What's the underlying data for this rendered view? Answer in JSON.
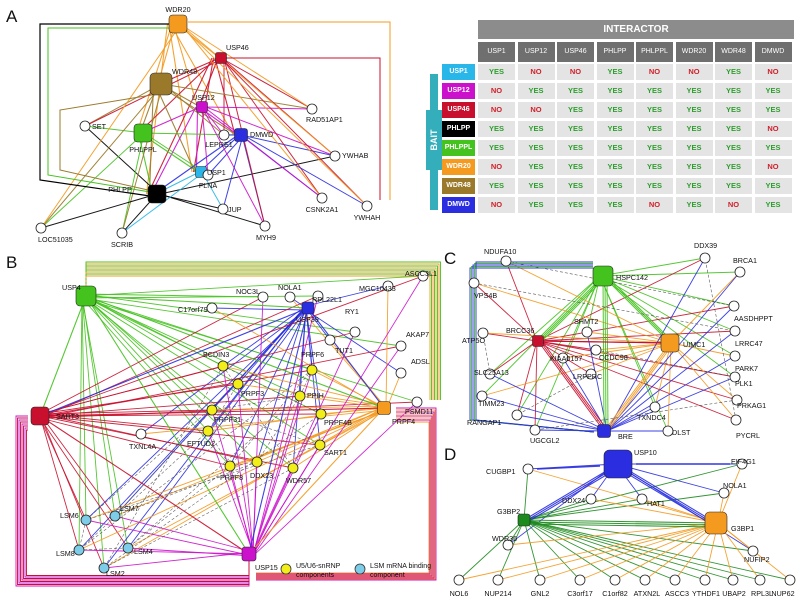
{
  "panels": {
    "a": "A",
    "b": "B",
    "c": "C",
    "d": "D"
  },
  "colors": {
    "usp1": "#29b6e8",
    "usp12": "#cc11cc",
    "usp46": "#c8102e",
    "phlpp": "#000000",
    "phlppl": "#44c21e",
    "wdr20": "#f39a1f",
    "wdr48": "#9a7a2a",
    "dmwd": "#2a2ee0",
    "sart3": "#c8102e",
    "usp4": "#44c21e",
    "usp39": "#2a2ee0",
    "prpf4": "#f39a1f",
    "usp15": "#cc11cc",
    "u5": "#f2ee1a",
    "lsm": "#7ecde8",
    "hspc142": "#44c21e",
    "brcc36": "#c8102e",
    "uimc1": "#f39a1f",
    "bre": "#2a2ee0",
    "usp10": "#2a2ee0",
    "g3bp2": "#1d8a1d",
    "g3bp1": "#f39a1f"
  },
  "panel_a": {
    "nodes": {
      "wdr20": "WDR20",
      "usp46": "USP46",
      "wdr48": "WDR48",
      "usp12": "USP12",
      "set": "SET",
      "phlppl": "PHLPPL",
      "lepre1": "LEPRE1",
      "dmwd": "DMWD",
      "rad51ap1": "RAD51AP1",
      "usp1": "USP1",
      "flna": "FLNA",
      "ywhab": "YWHAB",
      "phlpp": "PHLPP",
      "myh9": "MYH9",
      "csnk2a1": "CSNK2A1",
      "ywhah": "YWHAH",
      "jup": "JUP",
      "scrib": "SCRIB",
      "loc51035": "LOC51035"
    }
  },
  "table": {
    "title": "INTERACTOR",
    "bait_label": "BAIT",
    "columns": [
      "USP1",
      "USP12",
      "USP46",
      "PHLPP",
      "PHLPPL",
      "WDR20",
      "WDR48",
      "DMWD"
    ],
    "rows": [
      {
        "bait": "USP1",
        "color": "#29b6e8",
        "values": [
          "YES",
          "NO",
          "NO",
          "YES",
          "NO",
          "NO",
          "YES",
          "NO"
        ]
      },
      {
        "bait": "USP12",
        "color": "#cc11cc",
        "values": [
          "NO",
          "YES",
          "YES",
          "YES",
          "YES",
          "YES",
          "YES",
          "YES"
        ]
      },
      {
        "bait": "USP46",
        "color": "#c8102e",
        "values": [
          "NO",
          "NO",
          "YES",
          "YES",
          "YES",
          "YES",
          "YES",
          "YES"
        ]
      },
      {
        "bait": "PHLPP",
        "color": "#000000",
        "values": [
          "YES",
          "YES",
          "YES",
          "YES",
          "YES",
          "YES",
          "YES",
          "NO"
        ]
      },
      {
        "bait": "PHLPPL",
        "color": "#44c21e",
        "values": [
          "YES",
          "YES",
          "YES",
          "YES",
          "YES",
          "YES",
          "YES",
          "YES"
        ]
      },
      {
        "bait": "WDR20",
        "color": "#f39a1f",
        "values": [
          "NO",
          "YES",
          "YES",
          "YES",
          "YES",
          "YES",
          "YES",
          "NO"
        ]
      },
      {
        "bait": "WDR48",
        "color": "#9a7a2a",
        "values": [
          "YES",
          "YES",
          "YES",
          "YES",
          "YES",
          "YES",
          "YES",
          "YES"
        ]
      },
      {
        "bait": "DMWD",
        "color": "#2a2ee0",
        "values": [
          "NO",
          "YES",
          "YES",
          "YES",
          "NO",
          "YES",
          "NO",
          "YES"
        ]
      }
    ]
  },
  "panel_b": {
    "nodes": {
      "usp4": "USP4",
      "noc3l": "NOC3L",
      "nola1": "NOLA1",
      "rpl22l1": "RPL22L1",
      "mgc10433": "MGC10433",
      "ascc3l1": "ASCC3L1",
      "c17orf79": "C17orf79",
      "usp39": "USP39",
      "ry1": "RY1",
      "tut1": "TUT1",
      "akap7": "AKAP7",
      "bcdin3": "BCDIN3",
      "prpf6": "PRPF6",
      "adsl": "ADSL",
      "prpf3": "PRPF3",
      "ppih": "PPIH",
      "psmd11": "PSMD11",
      "sart3": "SART3",
      "prpf31": "PRPF31",
      "prpf4b": "PRPF4B",
      "prpf4": "PRPF4",
      "txnl4a": "TXNL4A",
      "eftud2": "EFTUD2",
      "sart1": "SART1",
      "prpf8": "PRPF8",
      "ddx23": "DDX23",
      "wdr57": "WDR57",
      "lsm6": "LSM6",
      "lsm7": "LSM7",
      "lsm8": "LSM8",
      "lsm4": "LSM4",
      "lsm2": "LSM2",
      "usp15": "USP15"
    },
    "legend": {
      "u5_line1": "U5/U6-snRNP",
      "u5_line2": "components",
      "lsm_line1": "LSM mRNA binding",
      "lsm_line2": "component"
    }
  },
  "panel_c": {
    "nodes": {
      "ndufa10": "NDUFA10",
      "ddx39": "DDX39",
      "hspc142": "HSPC142",
      "brca1": "BRCA1",
      "vps4b": "VPS4B",
      "aasdhppt": "AASDHPPT",
      "brcc36": "BRCC36",
      "shmt2": "SHMT2",
      "atp5o": "ATP5O",
      "uimc1": "UIMC1",
      "lrrc47": "LRRC47",
      "kiaa0157": "KIAA0157",
      "ccdc98": "CCDC98",
      "slc25a13": "SLC25A13",
      "park7": "PARK7",
      "lrpprc": "LRPPRC",
      "plk1": "PLK1",
      "timm23": "TIMM23",
      "prkag1": "PRKAG1",
      "rangap1": "RANGAP1",
      "txndc4": "TXNDC4",
      "pycrl": "PYCRL",
      "ugcgl2": "UGCGL2",
      "bre": "BRE",
      "dlst": "DLST"
    }
  },
  "panel_d": {
    "nodes": {
      "usp10": "USP10",
      "cugbp1": "CUGBP1",
      "eif4g1": "EIF4G1",
      "ddx24": "DDX24",
      "hat1": "HAT1",
      "nola1": "NOLA1",
      "g3bp2": "G3BP2",
      "g3bp1": "G3BP1",
      "wdr36": "WDR36",
      "nufip2": "NUFIP2",
      "nol6": "NOL6",
      "nup214": "NUP214",
      "gnl2": "GNL2",
      "c3orf17": "C3orf17",
      "c1orf82": "C1orf82",
      "atxn2l": "ATXN2L",
      "ascc3": "ASCC3",
      "ythdf1": "YTHDF1",
      "ubap2": "UBAP2",
      "rpl3l": "RPL3L",
      "nup62": "NUP62"
    }
  }
}
